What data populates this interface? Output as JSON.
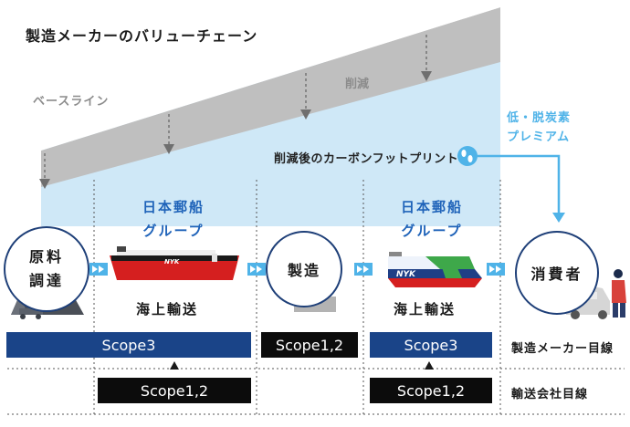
{
  "title": "製造メーカーのバリューチェーン",
  "baseline_label": "ベースライン",
  "reduction_label": "削減",
  "premium_label": [
    "低・脱炭素",
    "プレミアム"
  ],
  "footprint_label": "削減後のカーボンフットプリント",
  "stages": {
    "raw": [
      "原料",
      "調達"
    ],
    "manufacturing": "製造",
    "consumer": "消費者"
  },
  "company_labels": [
    [
      "日本郵船",
      "グループ"
    ],
    [
      "日本郵船",
      "グループ"
    ]
  ],
  "transport_labels": [
    "海上輸送",
    "海上輸送"
  ],
  "ship_marks": [
    "NYK",
    "NYK"
  ],
  "manufacturer_row": {
    "scopes": [
      "Scope3",
      "Scope1,2",
      "Scope3"
    ],
    "label": "製造メーカー目線"
  },
  "transport_row": {
    "scopes": [
      "Scope1,2",
      "Scope1,2"
    ],
    "label": "輸送会社目線"
  },
  "colors": {
    "gray_band": "#bfbfbf",
    "light_blue": "#cfe8f7",
    "navy": "#1a4488",
    "company_blue": "#1f63b9",
    "premium_blue": "#4fb3e8",
    "ship_red": "#d51f1f"
  }
}
